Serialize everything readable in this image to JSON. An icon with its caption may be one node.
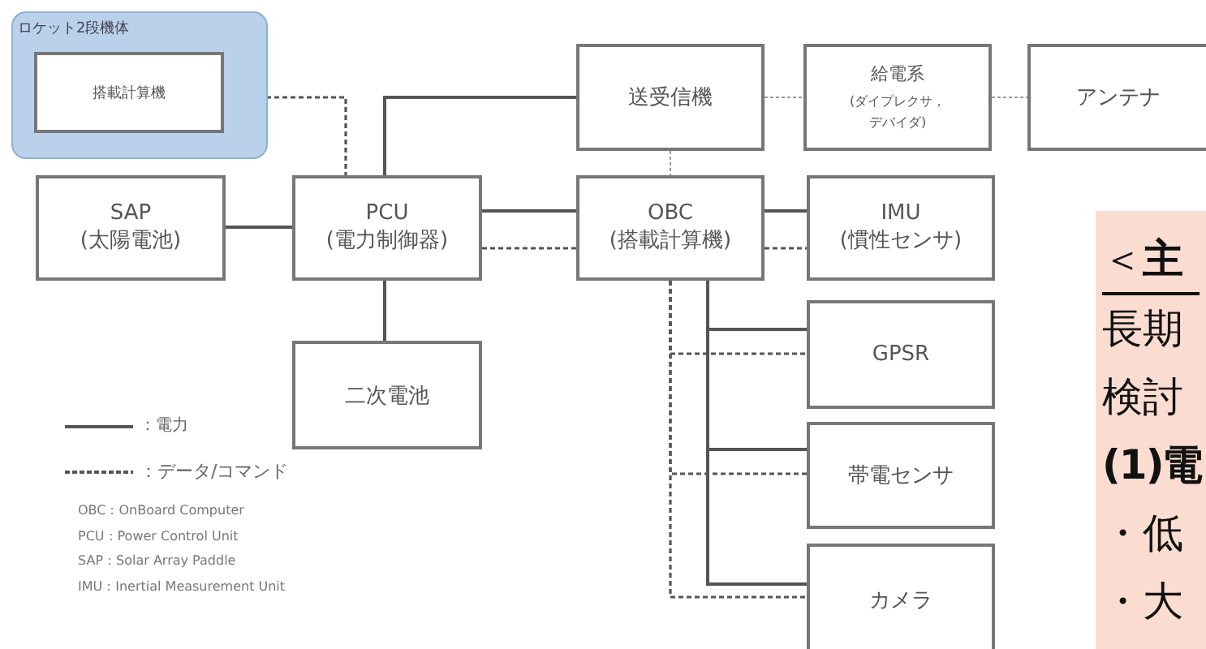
{
  "diagram": {
    "nodes": [
      {
        "text": [
          "ロケット2段機体"
        ]
      },
      {
        "text": [
          "搭載計算機"
        ],
        "in": 0
      },
      {
        "text": [
          "送受信機"
        ]
      },
      {
        "text": [
          "給電系",
          "(ダイプレクサ，デバイダ)"
        ]
      },
      {
        "text": [
          "アンテナ"
        ]
      },
      {
        "text": [
          "SAP",
          "(太陽電池)"
        ]
      },
      {
        "text": [
          "PCU",
          "(電力制御器)"
        ]
      },
      {
        "text": [
          "OBC",
          "(搭載計算機)"
        ]
      },
      {
        "text": [
          "IMU",
          "(慣性センサ)"
        ]
      },
      {
        "text": [
          "GPSR"
        ]
      },
      {
        "text": [
          "二次電池"
        ]
      },
      {
        "text": [
          "帯電センサ"
        ]
      },
      {
        "text": [
          "カメラ"
        ]
      },
      {
        "text": [
          "＜**主**",
          "長期",
          "検討",
          "(1)電",
          "・低",
          "・大"
        ]
      }
    ],
    "edges": [
      {
        "from": 1,
        "to": 6,
        "arrow": "none",
        "style": "dashed"
      },
      {
        "from": 5,
        "to": 6,
        "arrow": "none"
      },
      {
        "from": 6,
        "to": 2,
        "arrow": "none"
      },
      {
        "from": 6,
        "to": 7,
        "arrow": "none"
      },
      {
        "from": 6,
        "to": 7,
        "arrow": "none",
        "style": "dashed"
      },
      {
        "from": 6,
        "to": 10,
        "arrow": "none"
      },
      {
        "from": 2,
        "to": 3,
        "arrow": "none",
        "style": "dashed",
        "color": "#9a9a9a"
      },
      {
        "from": 3,
        "to": 4,
        "arrow": "none",
        "style": "dashed",
        "color": "#9a9a9a"
      },
      {
        "from": 2,
        "to": 7,
        "arrow": "none",
        "style": "dashed",
        "color": "#9a9a9a"
      },
      {
        "from": 7,
        "to": 8,
        "arrow": "none"
      },
      {
        "from": 7,
        "to": 8,
        "arrow": "none",
        "style": "dashed"
      },
      {
        "from": 7,
        "to": 9,
        "arrow": "none"
      },
      {
        "from": 7,
        "to": 9,
        "arrow": "none",
        "style": "dashed"
      },
      {
        "from": 7,
        "to": 11,
        "arrow": "none"
      },
      {
        "from": 7,
        "to": 11,
        "arrow": "none",
        "style": "dashed"
      },
      {
        "from": 7,
        "to": 12,
        "arrow": "none"
      },
      {
        "from": 7,
        "to": 12,
        "arrow": "none",
        "style": "dashed"
      }
    ],
    "labels": [
      "OBC：OnBoard Computer",
      "PCU：Power Control Unit",
      "SAP：Solar Array Paddle",
      "IMU：Inertial Measurement Unit"
    ],
    "legend": [
      {
        "text": "：電力"
      },
      {
        "text": "：データ/コマンド"
      }
    ]
  }
}
